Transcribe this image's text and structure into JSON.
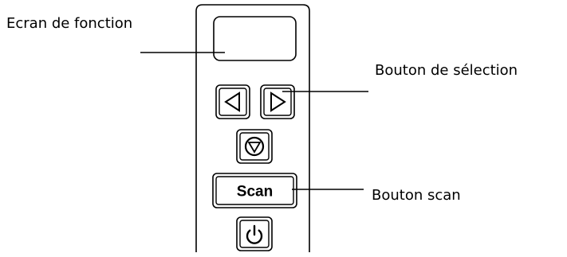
{
  "labels": {
    "function_screen": "Ecran de fonction",
    "selection_button": "Bouton de sélection",
    "scan_button": "Bouton scan"
  },
  "panel": {
    "scan_button_label": "Scan"
  },
  "icons": {
    "left": "triangle-left-icon",
    "right": "triangle-right-icon",
    "stop": "stop-icon",
    "power": "power-icon"
  },
  "colors": {
    "stroke": "#000000",
    "background": "#ffffff"
  }
}
